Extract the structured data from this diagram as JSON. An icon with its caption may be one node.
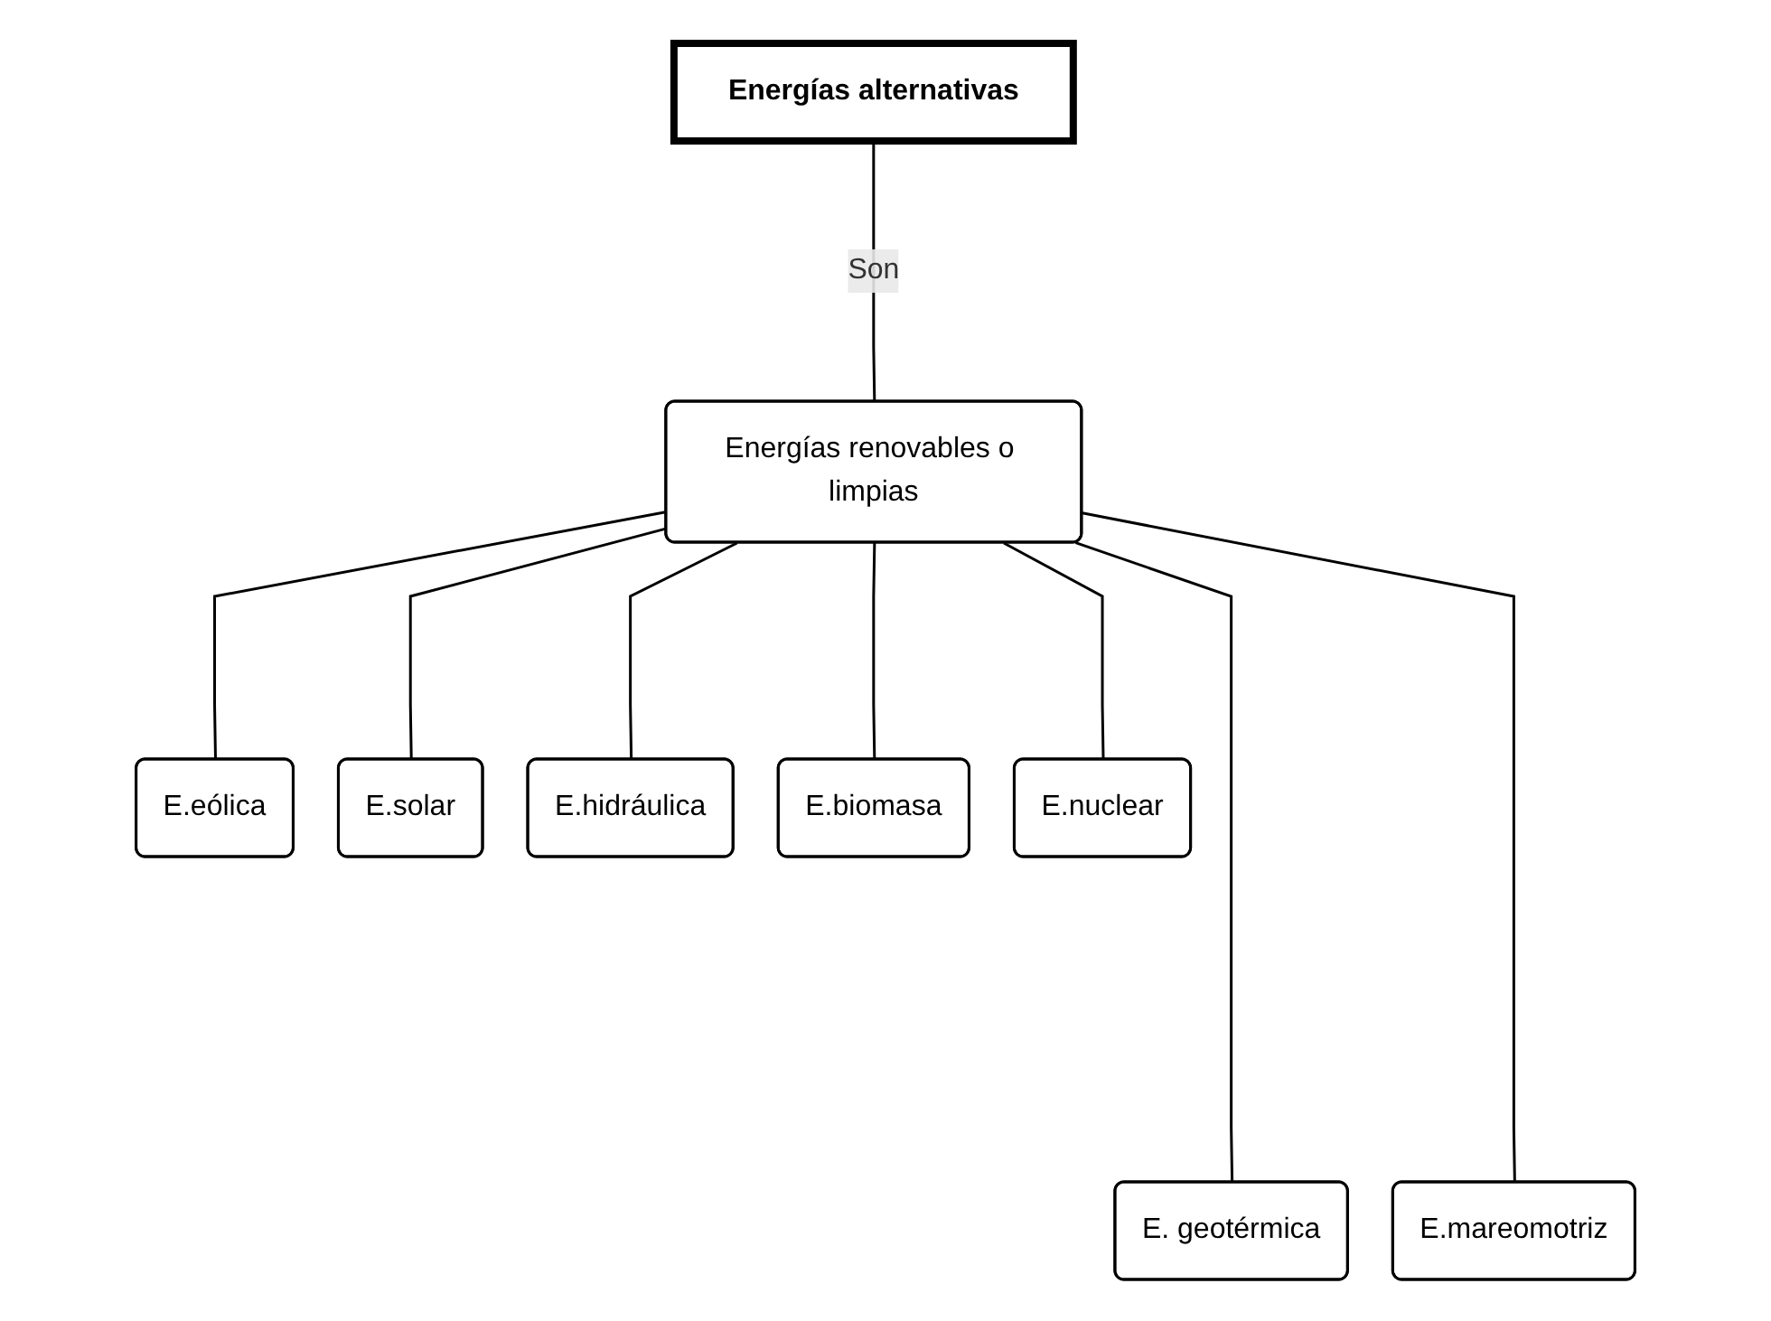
{
  "diagram": {
    "nodes": [
      {
        "text": [
          "Energías alternativas"
        ]
      },
      {
        "text": [
          "Energías renovables o limpias"
        ]
      },
      {
        "text": [
          "E.eólica"
        ]
      },
      {
        "text": [
          "E. geotérmica"
        ]
      },
      {
        "text": [
          "E.solar"
        ]
      },
      {
        "text": [
          "E.hidráulica"
        ]
      },
      {
        "text": [
          "E.biomasa"
        ]
      },
      {
        "text": [
          "E.mareomotriz"
        ]
      },
      {
        "text": [
          "E.nuclear"
        ]
      }
    ],
    "edges": [
      {
        "from": 0,
        "to": 1,
        "arrow": "none",
        "label": "Son"
      },
      {
        "from": 1,
        "to": 2,
        "arrow": "none"
      },
      {
        "from": 1,
        "to": 3,
        "arrow": "none"
      },
      {
        "from": 1,
        "to": 4,
        "arrow": "none"
      },
      {
        "from": 1,
        "to": 5,
        "arrow": "none"
      },
      {
        "from": 1,
        "to": 6,
        "arrow": "none"
      },
      {
        "from": 1,
        "to": 7,
        "arrow": "none"
      },
      {
        "from": 1,
        "to": 8,
        "arrow": "none"
      }
    ]
  }
}
